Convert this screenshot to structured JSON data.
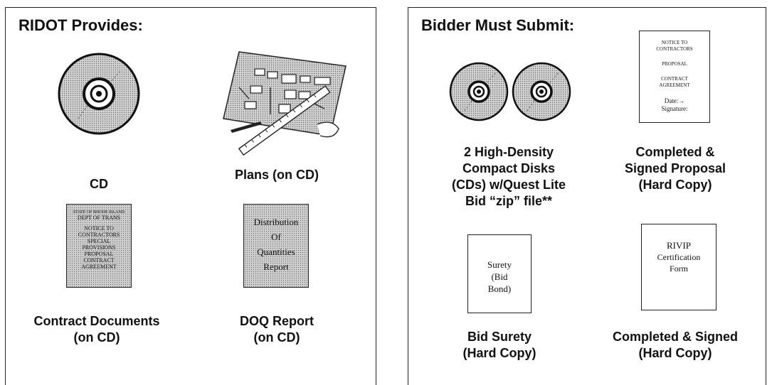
{
  "left": {
    "title": "RIDOT Provides:",
    "items": [
      {
        "id": "cd",
        "icon": "cd-disc-icon",
        "caption": [
          "CD"
        ]
      },
      {
        "id": "plans",
        "icon": "plans-blueprint-icon",
        "caption": [
          "Plans (on CD)"
        ]
      },
      {
        "id": "contract-documents",
        "icon": "contract-document-icon",
        "caption": [
          "Contract  Documents",
          "(on CD)"
        ],
        "doc_lines": [
          "STATE OF RHODE ISLAND",
          "DEPT OF TRANS",
          "NOTICE TO",
          "CONTRACTORS",
          "SPECIAL",
          "PROVISIONS",
          "PROPOSAL",
          "CONTRACT",
          "AGREEMENT"
        ]
      },
      {
        "id": "doq-report",
        "icon": "doq-report-icon",
        "caption": [
          "DOQ Report",
          "(on CD)"
        ],
        "doc_lines": [
          "Distribution",
          "Of",
          "Quantities",
          "Report"
        ]
      }
    ]
  },
  "right": {
    "title": "Bidder Must Submit:",
    "items": [
      {
        "id": "cds",
        "icon": "two-cd-discs-icon",
        "caption": [
          "2 High-Density",
          "Compact Disks",
          "(CDs) w/Quest Lite",
          "Bid “zip” file**"
        ]
      },
      {
        "id": "signed-proposal",
        "icon": "proposal-document-icon",
        "caption": [
          "Completed &",
          "Signed Proposal",
          "(Hard Copy)"
        ],
        "doc_lines": [
          "NOTICE TO",
          "CONTRACTORS",
          "PROPOSAL",
          "CONTRACT",
          "AGREEMENT",
          "Date:→",
          "Signature:"
        ]
      },
      {
        "id": "bid-surety",
        "icon": "surety-document-icon",
        "caption": [
          "Bid Surety",
          "(Hard Copy)"
        ],
        "doc_lines": [
          "Surety",
          "(Bid",
          "Bond)"
        ]
      },
      {
        "id": "rivip",
        "icon": "rivip-document-icon",
        "caption": [
          "Completed & Signed",
          "(Hard Copy)"
        ],
        "doc_lines": [
          "RIVIP",
          "Certification",
          "Form"
        ]
      }
    ]
  }
}
